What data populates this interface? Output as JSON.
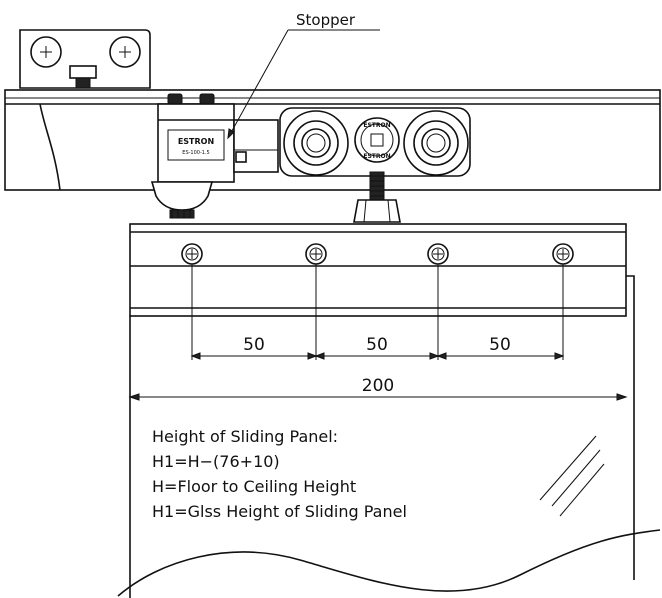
{
  "labels": {
    "stopper": "Stopper",
    "stopper_brand": "ESTRON",
    "stopper_code": "ES-100-1.5",
    "carriage_brand_top": "ESTRON",
    "carriage_brand_bottom": "ESTRON"
  },
  "dimensions": {
    "spacing_1": "50",
    "spacing_2": "50",
    "spacing_3": "50",
    "total": "200"
  },
  "notes": {
    "line1": "Height of Sliding Panel:",
    "line2": "H1=H−(76+10)",
    "line3": "H=Floor to Ceiling Height",
    "line4": "H1=Glss Height of Sliding Panel"
  },
  "colors": {
    "line": "#111111",
    "background": "#ffffff"
  }
}
